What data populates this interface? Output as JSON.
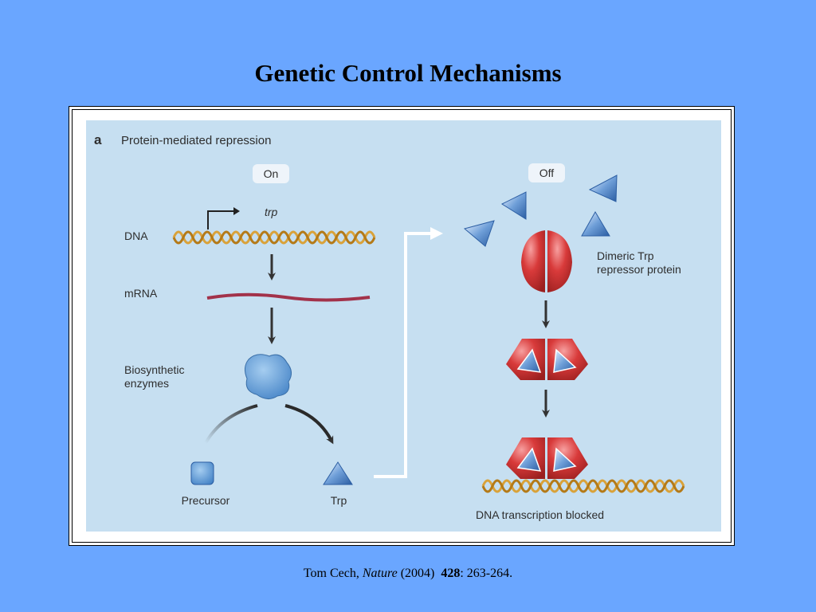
{
  "slide": {
    "title": "Genetic Control Mechanisms"
  },
  "figure": {
    "panel_letter": "a",
    "panel_title": "Protein-mediated repression",
    "state_on": "On",
    "state_off": "Off",
    "gene_label": "trp",
    "labels": {
      "dna": "DNA",
      "mrna": "mRNA",
      "enzymes_line1": "Biosynthetic",
      "enzymes_line2": "enzymes",
      "precursor": "Precursor",
      "trp": "Trp",
      "repressor_line1": "Dimeric Trp",
      "repressor_line2": "repressor protein",
      "blocked": "DNA transcription blocked"
    },
    "colors": {
      "panel_bg": "#c6dff1",
      "dna_strand": "#d9a23a",
      "mrna": "#a2324a",
      "repressor": "#d83a3a",
      "trp_molecule": "#5d8fd0",
      "enzyme": "#5e99d6"
    }
  },
  "citation": {
    "author": "Tom Cech, ",
    "journal": "Nature",
    "year": " (2004) ",
    "volume": "428",
    "pages": ": 263-264."
  }
}
